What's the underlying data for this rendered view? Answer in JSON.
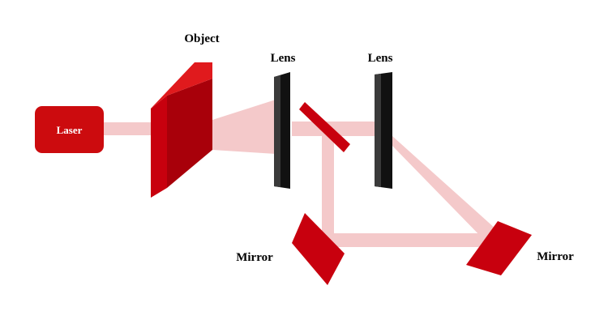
{
  "labels": {
    "laser": "Laser",
    "object": "Object",
    "lens_left": "Lens",
    "lens_right": "Lens",
    "mirror_left": "Mirror",
    "mirror_right": "Mirror"
  },
  "colors": {
    "beam": "#f4c9ca",
    "laser_body": "#cc0b0e",
    "object_front": "#a8000a",
    "object_side": "#c8000e",
    "object_top": "#e01a1d",
    "lens": "#111111",
    "mirror": "#c8000e"
  }
}
